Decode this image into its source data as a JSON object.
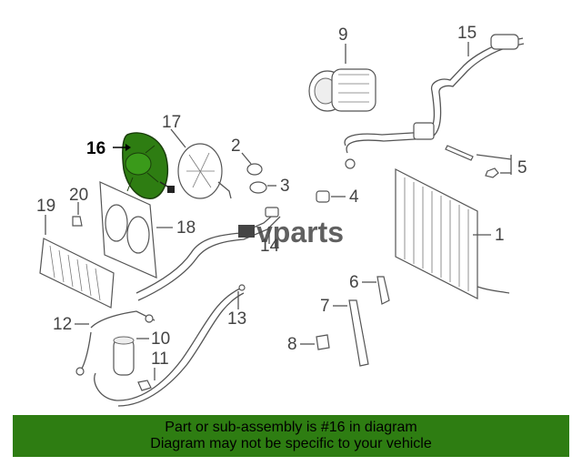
{
  "watermark": "vparts",
  "labels": {
    "p1": "1",
    "p2": "2",
    "p3": "3",
    "p4": "4",
    "p5": "5",
    "p6": "6",
    "p7": "7",
    "p8": "8",
    "p9": "9",
    "p10": "10",
    "p11": "11",
    "p12": "12",
    "p13": "13",
    "p14": "14",
    "p15": "15",
    "p16": "16",
    "p17": "17",
    "p18": "18",
    "p19": "19",
    "p20": "20"
  },
  "highlight_color": "#2e7d12",
  "footer": {
    "line1": "Part or sub-assembly is #16 in diagram",
    "line2": "Diagram may not be specific to your vehicle"
  }
}
